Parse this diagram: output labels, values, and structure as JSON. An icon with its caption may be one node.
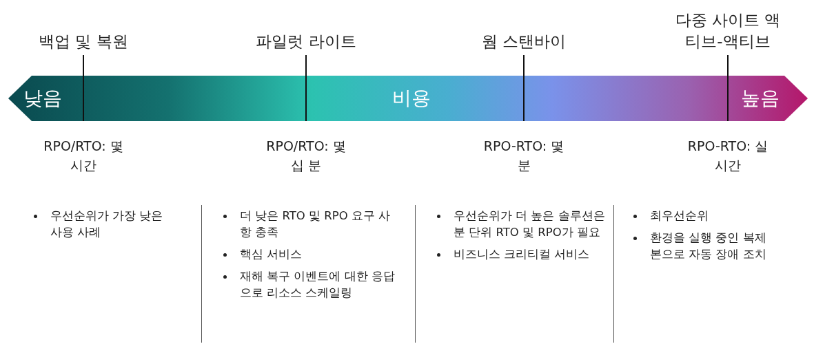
{
  "diagram": {
    "nodes": [
      {
        "text": [
          "낮음",
          "비용",
          "높음"
        ]
      }
    ],
    "labels": [
      "백업 및 복원",
      "파일럿 라이트",
      "웜 스탠바이",
      "다중 사이트 액티브-액티브",
      "RPO/RTO: 몇 시간",
      "RPO/RTO: 몇십 분",
      "RPO-RTO: 몇 분",
      "RPO-RTO: 실시간",
      "우선순위가 가장 낮은 사용 사례",
      "더 낮은 RTO 및 RPO 요구 사항 충족",
      "핵심 서비스",
      "재해 복구 이벤트에 대한 응답으로 리소스 스케일링",
      "우선순위가 더 높은 솔루션은 분 단위 RTO 및 RPO가 필요",
      "비즈니스 크리티컬 서비스",
      "최우선순위",
      "환경을 실행 중인 복제본으로 자동 장애 조치"
    ]
  }
}
